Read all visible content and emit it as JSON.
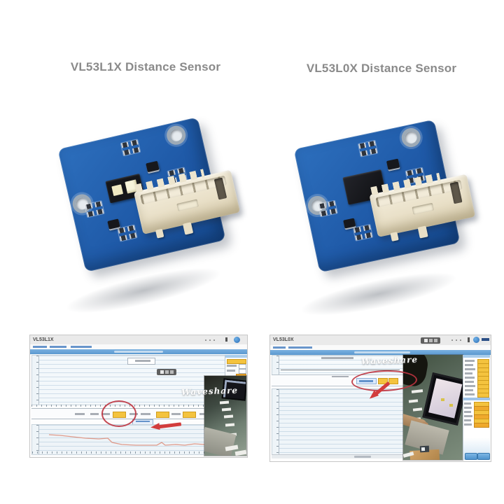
{
  "page": {
    "background": "#ffffff"
  },
  "products": {
    "left": {
      "title": "VL53L1X Distance Sensor"
    },
    "right": {
      "title": "VL53L0X Distance Sensor"
    }
  },
  "screenshots": {
    "left": {
      "window_title": "VL53L1X",
      "watermark": "Waveshare"
    },
    "right": {
      "window_title": "VL53L0X",
      "watermark": "Waveshare"
    }
  },
  "colors": {
    "pcb_blue": "#1f5aa8",
    "connector_beige": "#e9e0c8",
    "ui_accent_blue": "#5b99d0",
    "highlight_yellow": "#f4c33e",
    "highlight_orange": "#efa92c",
    "annotation_red": "#d23c3c",
    "trace_salmon": "#e09a8a",
    "title_gray": "#8a8a8a"
  },
  "icons": {
    "waveshare_logo_icon": "blue circle",
    "window_controls_icon": "three squares",
    "annotation_arrow_icon": "red arrow",
    "annotation_circle_icon": "red ellipse"
  }
}
